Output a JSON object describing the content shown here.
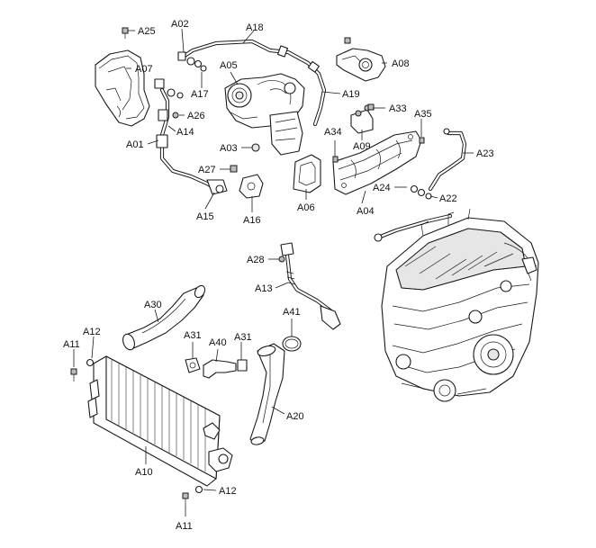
{
  "callouts": [
    {
      "id": "A01",
      "label": "A01"
    },
    {
      "id": "A02",
      "label": "A02"
    },
    {
      "id": "A03",
      "label": "A03"
    },
    {
      "id": "A04",
      "label": "A04"
    },
    {
      "id": "A05",
      "label": "A05"
    },
    {
      "id": "A06",
      "label": "A06"
    },
    {
      "id": "A07",
      "label": "A07"
    },
    {
      "id": "A08",
      "label": "A08"
    },
    {
      "id": "A09",
      "label": "A09"
    },
    {
      "id": "A10",
      "label": "A10"
    },
    {
      "id": "A11a",
      "label": "A11"
    },
    {
      "id": "A11b",
      "label": "A11"
    },
    {
      "id": "A12a",
      "label": "A12"
    },
    {
      "id": "A12b",
      "label": "A12"
    },
    {
      "id": "A13",
      "label": "A13"
    },
    {
      "id": "A14",
      "label": "A14"
    },
    {
      "id": "A15",
      "label": "A15"
    },
    {
      "id": "A16",
      "label": "A16"
    },
    {
      "id": "A17",
      "label": "A17"
    },
    {
      "id": "A18",
      "label": "A18"
    },
    {
      "id": "A19",
      "label": "A19"
    },
    {
      "id": "A20",
      "label": "A20"
    },
    {
      "id": "A22",
      "label": "A22"
    },
    {
      "id": "A23",
      "label": "A23"
    },
    {
      "id": "A24",
      "label": "A24"
    },
    {
      "id": "A25",
      "label": "A25"
    },
    {
      "id": "A26",
      "label": "A26"
    },
    {
      "id": "A27",
      "label": "A27"
    },
    {
      "id": "A28",
      "label": "A28"
    },
    {
      "id": "A30",
      "label": "A30"
    },
    {
      "id": "A31a",
      "label": "A31"
    },
    {
      "id": "A31b",
      "label": "A31"
    },
    {
      "id": "A33",
      "label": "A33"
    },
    {
      "id": "A34",
      "label": "A34"
    },
    {
      "id": "A35",
      "label": "A35"
    },
    {
      "id": "A40",
      "label": "A40"
    },
    {
      "id": "A41",
      "label": "A41"
    }
  ],
  "colors": {
    "line": "#1a1a1a",
    "fill": "#ffffff",
    "shade": "#e6e6e6"
  }
}
